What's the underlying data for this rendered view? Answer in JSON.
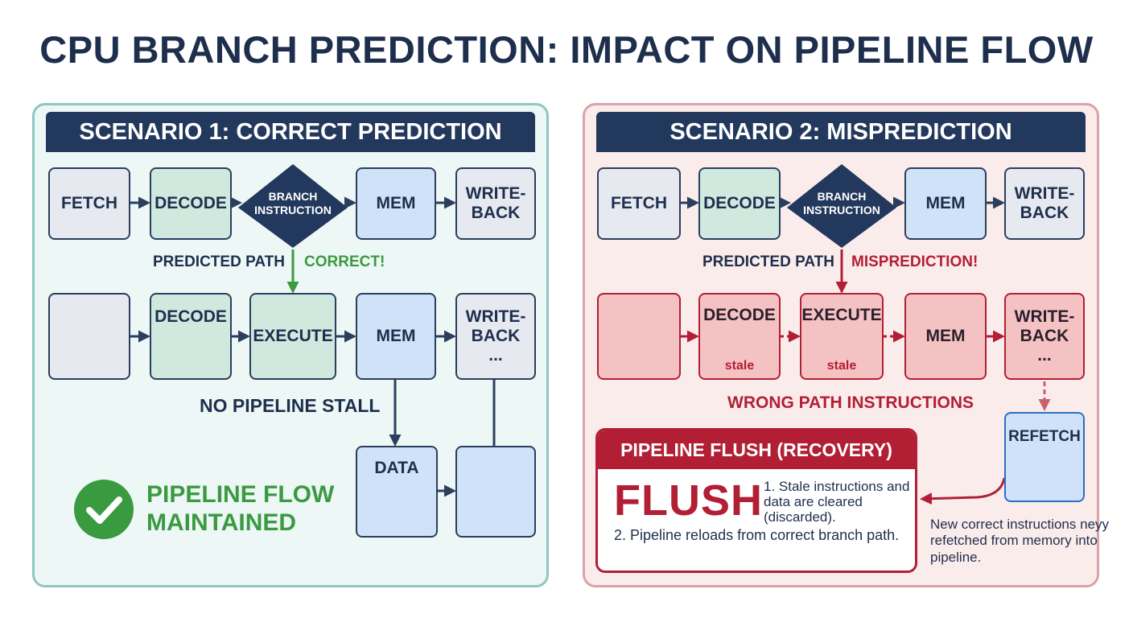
{
  "title": "CPU BRANCH PREDICTION: IMPACT ON PIPELINE FLOW",
  "colors": {
    "navy": "#22385c",
    "correct_green": "#3a9a40",
    "mispredict_red": "#b21f35"
  },
  "scenario1": {
    "header": "SCENARIO 1: CORRECT PREDICTION",
    "top_row": {
      "fetch": "FETCH",
      "decode": "DECODE",
      "branch_line1": "BRANCH",
      "branch_line2": "INSTRUCTION",
      "mem": "MEM",
      "writeback_line1": "WRITE-",
      "writeback_line2": "BACK"
    },
    "predicted_path": "PREDICTED PATH",
    "correct": "CORRECT!",
    "mid_row": {
      "decode": "DECODE",
      "execute": "EXECUTE",
      "mem": "MEM",
      "writeback_line1": "WRITE-",
      "writeback_line2": "BACK",
      "ellipsis": "..."
    },
    "no_stall": "NO PIPELINE STALL",
    "data": "DATA",
    "status_line1": "PIPELINE FLOW",
    "status_line2": "MAINTAINED"
  },
  "scenario2": {
    "header": "SCENARIO 2: MISPREDICTION",
    "top_row": {
      "fetch": "FETCH",
      "decode": "DECODE",
      "branch_line1": "BRANCH",
      "branch_line2": "INSTRUCTION",
      "mem": "MEM",
      "writeback_line1": "WRITE-",
      "writeback_line2": "BACK"
    },
    "predicted_path": "PREDICTED PATH",
    "misprediction": "MISPREDICTION!",
    "mid_row": {
      "decode": "DECODE",
      "decode_stale": "stale",
      "execute": "EXECUTE",
      "execute_stale": "stale",
      "mem": "MEM",
      "writeback_line1": "WRITE-",
      "writeback_line2": "BACK",
      "ellipsis": "..."
    },
    "wrong_path": "WRONG PATH INSTRUCTIONS",
    "refetch": "REFETCH",
    "flush_panel": {
      "header": "PIPELINE FLUSH (RECOVERY)",
      "big": "FLUSH",
      "step1": "1. Stale instructions and data are cleared (discarded).",
      "step2": "2. Pipeline reloads from correct branch path."
    },
    "note": "New correct instructions neyy refetched from memory into pipeline."
  }
}
